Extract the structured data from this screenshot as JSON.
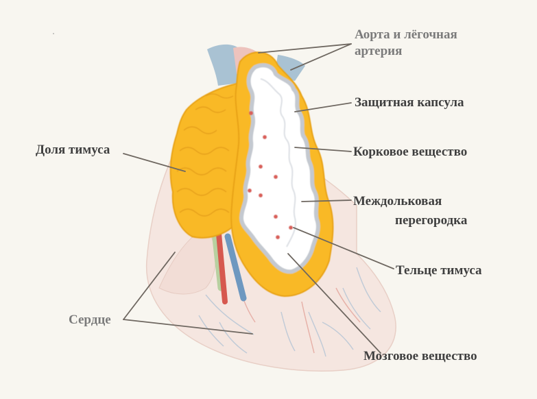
{
  "labels": {
    "aorta_line1": "Аорта и лёгочная",
    "aorta_line2": "артерия",
    "capsule": "Защитная капсула",
    "cortex": "Корковое вещество",
    "septum_line1": "Междольковая",
    "septum_line2": "перегородка",
    "corpuscle": "Тельце тимуса",
    "medulla": "Мозговое вещество",
    "lobe": "Доля тимуса",
    "heart": "Сердце"
  },
  "colors": {
    "background": "#f8f6f0",
    "heart": "#f5e6e0",
    "thymus": "#f9b928",
    "cortex": "#ffffff",
    "medulla_outline": "#c8ccd2",
    "aorta": "#a9c2d3",
    "corpuscle": "#d9615a",
    "leader_line": "#6e6760",
    "label_dark": "#3f3f3f",
    "label_grey": "#7b7b7b"
  }
}
